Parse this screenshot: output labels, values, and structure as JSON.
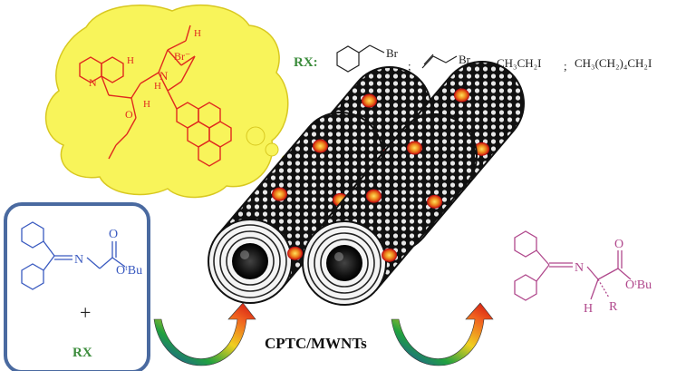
{
  "colors": {
    "cloud_fill": "#f8f45a",
    "cloud_stroke": "#d8c820",
    "catalyst_red": "#e02a1e",
    "reagent_green": "#3c8c3c",
    "product_magenta": "#b0488c",
    "box_border": "#4a6aa0",
    "reactant_blue": "#3a5ac0",
    "tube_dark": "#1a1a1a",
    "dot_orange": "#f08a20"
  },
  "catalyst": {
    "counterion": "Br⁻",
    "n_label": "N",
    "h_labels": [
      "H",
      "H",
      "H",
      "H"
    ],
    "o_label": "O",
    "quinoline_n": "N"
  },
  "rx_legend": {
    "label": "RX:",
    "benzyl_br": "Br",
    "allyl_br": "Br",
    "sep": ";",
    "ethyl_iodide": "CH₃CH₂I",
    "hexyl_iodide": "CH₃(CH₂)₄CH₂I"
  },
  "reactant": {
    "n_label": "N",
    "o_label": "O",
    "ester_label": "OᵗBu",
    "plus": "+",
    "rx": "RX"
  },
  "product": {
    "n_label": "N",
    "o_label": "O",
    "ester_label": "OᵗBu",
    "h_label": "H",
    "r_label": "R"
  },
  "caption": "CPTC/MWNTs",
  "icons": [
    "curved-arrow-icon",
    "curved-arrow-icon"
  ]
}
